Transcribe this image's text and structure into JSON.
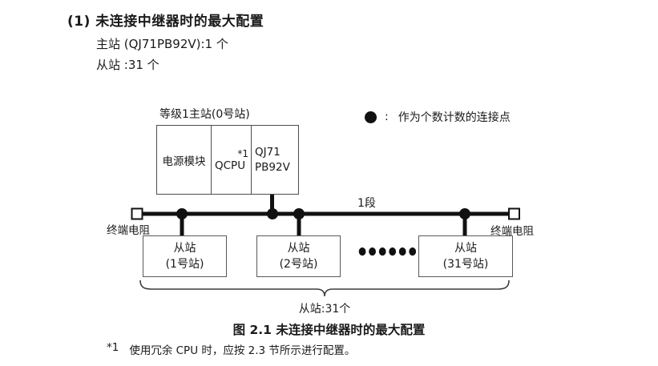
{
  "colors": {
    "text": "#1a1a1a",
    "thick_line": "#111111",
    "box_border": "#4d4d4d",
    "background": "#ffffff"
  },
  "header": {
    "title": "(1) 未连接中继器时的最大配置",
    "master_count_line": "主站 (QJ71PB92V):1 个",
    "slave_count_line": "从站 :31 个"
  },
  "legend": {
    "symbol_name": "connection-dot",
    "separator": ":",
    "label": "作为个数计数的连接点"
  },
  "diagram": {
    "master_label": "等级1主站(0号站)",
    "master_cells": [
      {
        "label": "电源模块"
      },
      {
        "label": "QCPU",
        "footnote_ref": "*1"
      },
      {
        "line1": "QJ71",
        "line2": "PB92V"
      }
    ],
    "segment_label": "1段",
    "terminator_left_label": "终端电阻",
    "terminator_right_label": "终端电阻",
    "slaves": [
      {
        "line1": "从站",
        "line2": "(1号站)"
      },
      {
        "line1": "从站",
        "line2": "(2号站)"
      },
      {
        "line1": "从站",
        "line2": "(31号站)"
      }
    ],
    "ellipsis": "●●●●●●",
    "brace_label": "从站:31个"
  },
  "caption": "图 2.1 未连接中继器时的最大配置",
  "footnote": {
    "marker": "*1",
    "text": "使用冗余 CPU 时，应按 2.3 节所示进行配置。"
  }
}
